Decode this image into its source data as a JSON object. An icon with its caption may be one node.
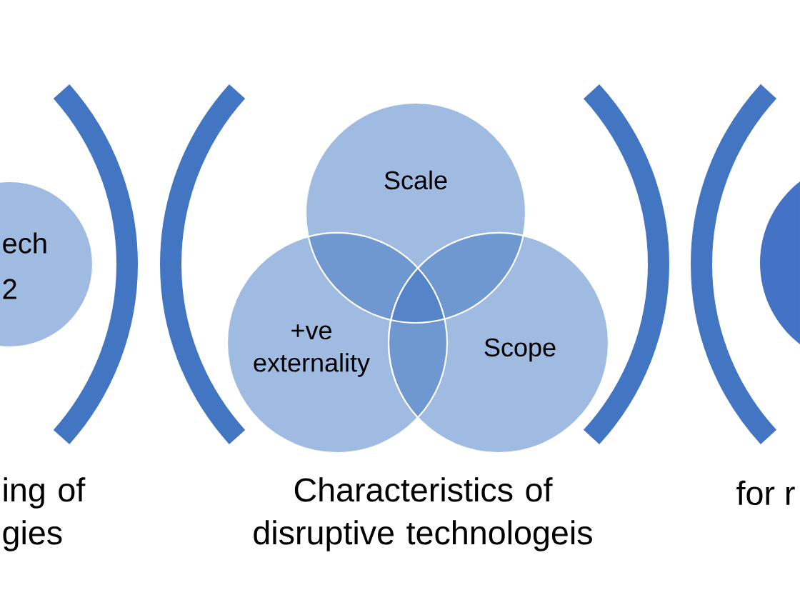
{
  "diagram": {
    "nodes": [
      {
        "text": [
          "ech 2"
        ]
      },
      {
        "text": [
          "Scale"
        ]
      },
      {
        "text": [
          "+ve externality"
        ]
      },
      {
        "text": [
          "Scope"
        ]
      },
      {
        "text": [],
        "shape": "circle"
      }
    ],
    "labels": [
      "ing of gies",
      "Characteristics of disruptive technologeis",
      "for r"
    ]
  }
}
